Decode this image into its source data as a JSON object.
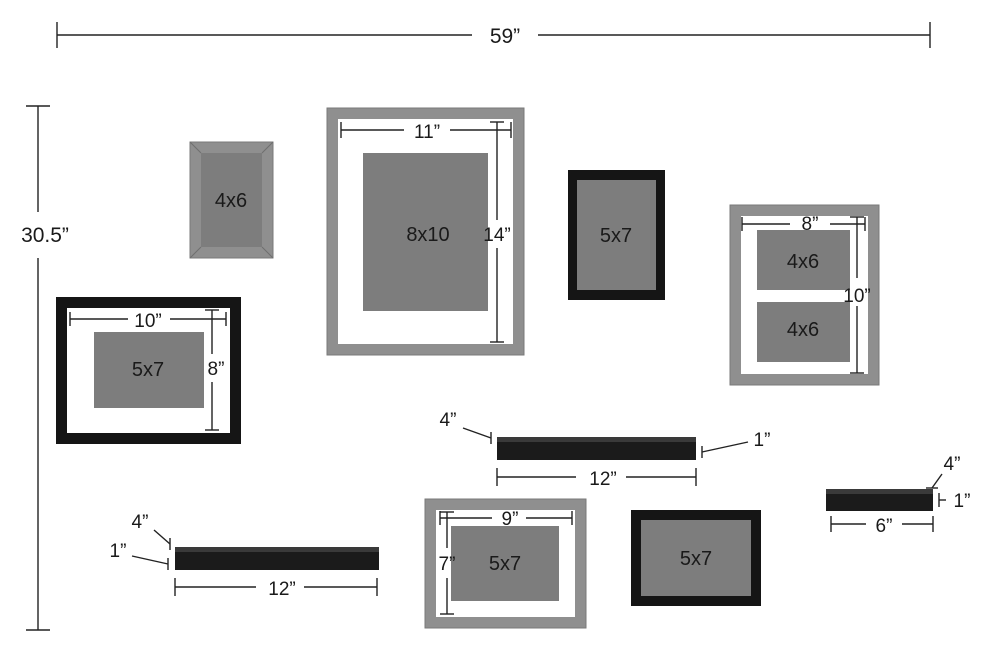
{
  "overall": {
    "width_label": "59”",
    "height_label": "30.5”"
  },
  "frames": {
    "f4x6": {
      "photo_label": "4x6"
    },
    "f8x10": {
      "photo_label": "8x10",
      "width_label": "11”",
      "height_label": "14”"
    },
    "f5x7_top": {
      "photo_label": "5x7"
    },
    "f4x6_double": {
      "photo_labels": [
        "4x6",
        "4x6"
      ],
      "width_label": "8”",
      "height_label": "10”"
    },
    "f5x7_wide": {
      "photo_label": "5x7",
      "width_label": "10”",
      "height_label": "8”"
    },
    "f5x7_small": {
      "photo_label": "5x7",
      "width_label": "9”",
      "height_label": "7”"
    },
    "f5x7_black": {
      "photo_label": "5x7"
    }
  },
  "shelves": {
    "shelf_mid": {
      "depth_label": "4”",
      "height_label": "1”",
      "length_label": "12”"
    },
    "shelf_left": {
      "depth_label": "4”",
      "height_label": "1”",
      "length_label": "12”"
    },
    "shelf_small": {
      "depth_label": "4”",
      "height_label": "1”",
      "length_label": "6”"
    }
  },
  "colors": {
    "gray_frame": "#8f8f8f",
    "black_frame": "#151515",
    "photo": "#7d7d7d",
    "mat": "#ffffff"
  }
}
